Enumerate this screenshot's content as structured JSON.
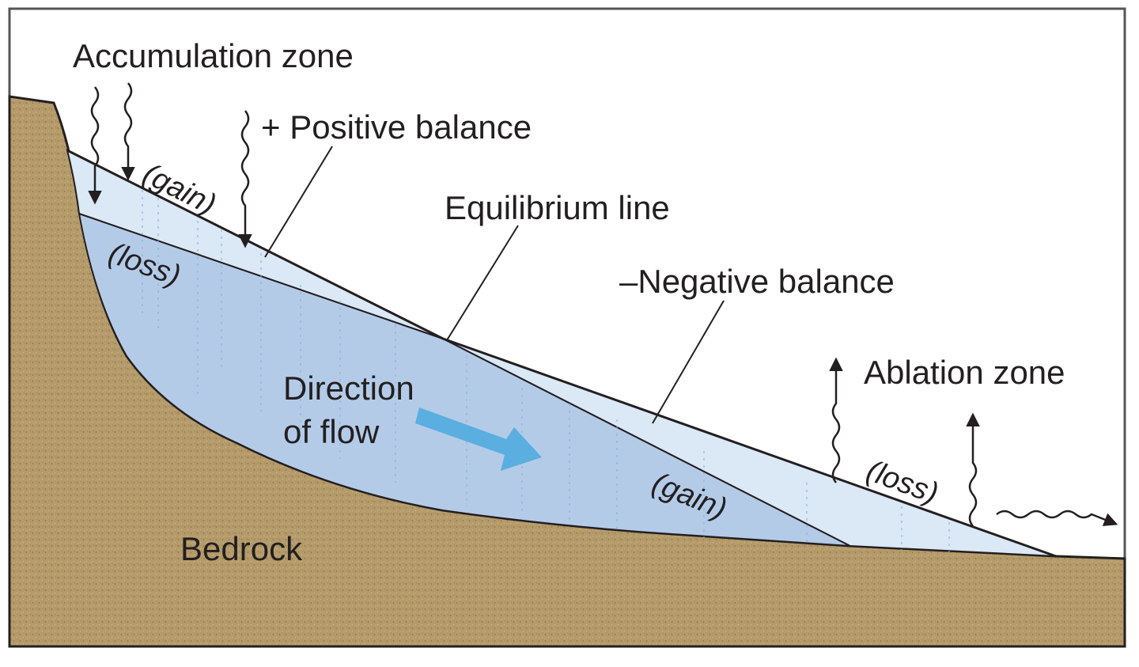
{
  "labels": {
    "accumulation_zone": "Accumulation zone",
    "positive_balance": "+ Positive balance",
    "equilibrium_line": "Equilibrium line",
    "negative_balance": "–Negative balance",
    "ablation_zone": "Ablation zone",
    "direction_of_flow_line1": "Direction",
    "direction_of_flow_line2": "of flow",
    "bedrock": "Bedrock",
    "gain_upper": "(gain)",
    "loss_upper": "(loss)",
    "gain_lower": "(gain)",
    "loss_lower": "(loss)"
  },
  "colors": {
    "bedrock": "#b59b6a",
    "ice_light": "#dbe8f5",
    "ice_dark": "#b4cbe8",
    "flow_arrow": "#5aaee0",
    "outline": "#231f20"
  }
}
